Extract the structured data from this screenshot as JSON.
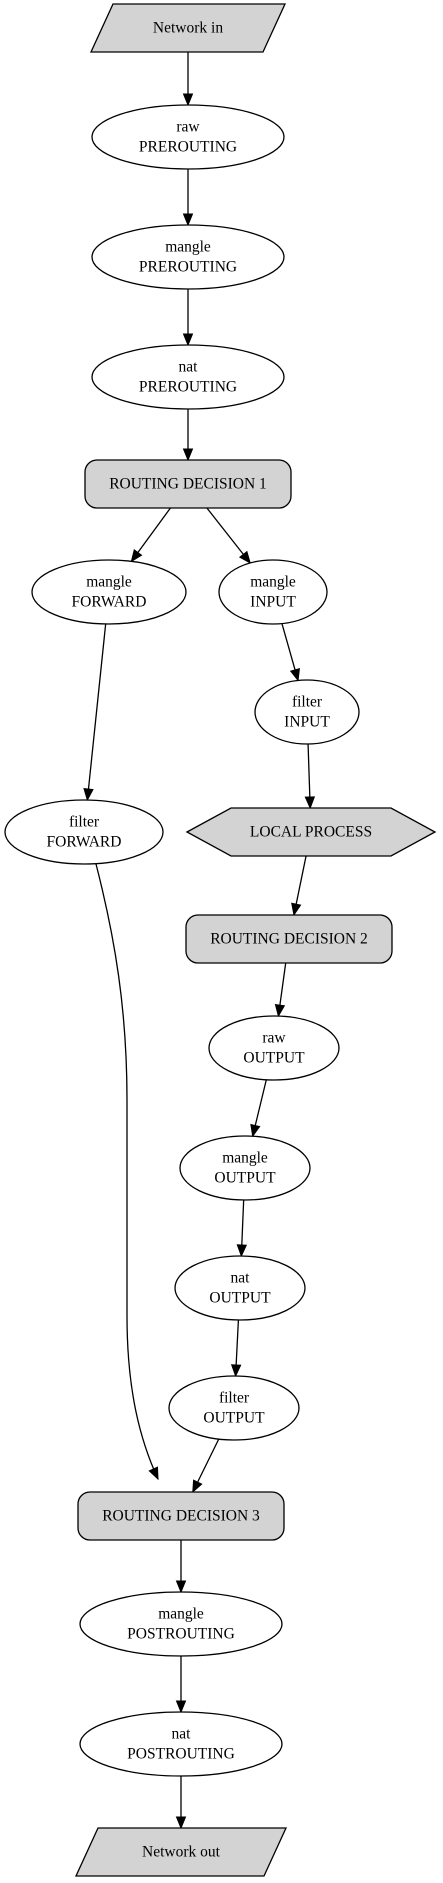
{
  "nodes": {
    "network_in": [
      "Network in"
    ],
    "raw_prerouting": [
      "raw",
      "PREROUTING"
    ],
    "mangle_prerouting": [
      "mangle",
      "PREROUTING"
    ],
    "nat_prerouting": [
      "nat",
      "PREROUTING"
    ],
    "routing_decision_1": [
      "ROUTING DECISION 1"
    ],
    "mangle_forward": [
      "mangle",
      "FORWARD"
    ],
    "mangle_input": [
      "mangle",
      "INPUT"
    ],
    "filter_input": [
      "filter",
      "INPUT"
    ],
    "filter_forward": [
      "filter",
      "FORWARD"
    ],
    "local_process": [
      "LOCAL PROCESS"
    ],
    "routing_decision_2": [
      "ROUTING DECISION 2"
    ],
    "raw_output": [
      "raw",
      "OUTPUT"
    ],
    "mangle_output": [
      "mangle",
      "OUTPUT"
    ],
    "nat_output": [
      "nat",
      "OUTPUT"
    ],
    "filter_output": [
      "filter",
      "OUTPUT"
    ],
    "routing_decision_3": [
      "ROUTING DECISION 3"
    ],
    "mangle_postrouting": [
      "mangle",
      "POSTROUTING"
    ],
    "nat_postrouting": [
      "nat",
      "POSTROUTING"
    ],
    "network_out": [
      "Network out"
    ]
  },
  "edges": [
    [
      "network_in",
      "raw_prerouting"
    ],
    [
      "raw_prerouting",
      "mangle_prerouting"
    ],
    [
      "mangle_prerouting",
      "nat_prerouting"
    ],
    [
      "nat_prerouting",
      "routing_decision_1"
    ],
    [
      "routing_decision_1",
      "mangle_forward"
    ],
    [
      "routing_decision_1",
      "mangle_input"
    ],
    [
      "mangle_input",
      "filter_input"
    ],
    [
      "mangle_forward",
      "filter_forward"
    ],
    [
      "filter_input",
      "local_process"
    ],
    [
      "local_process",
      "routing_decision_2"
    ],
    [
      "routing_decision_2",
      "raw_output"
    ],
    [
      "raw_output",
      "mangle_output"
    ],
    [
      "mangle_output",
      "nat_output"
    ],
    [
      "nat_output",
      "filter_output"
    ],
    [
      "filter_forward",
      "routing_decision_3"
    ],
    [
      "filter_output",
      "routing_decision_3"
    ],
    [
      "routing_decision_3",
      "mangle_postrouting"
    ],
    [
      "mangle_postrouting",
      "nat_postrouting"
    ],
    [
      "nat_postrouting",
      "network_out"
    ]
  ],
  "colors": {
    "node_fill_gray": "#d3d3d3",
    "node_fill_white": "#ffffff",
    "stroke": "#000000"
  }
}
